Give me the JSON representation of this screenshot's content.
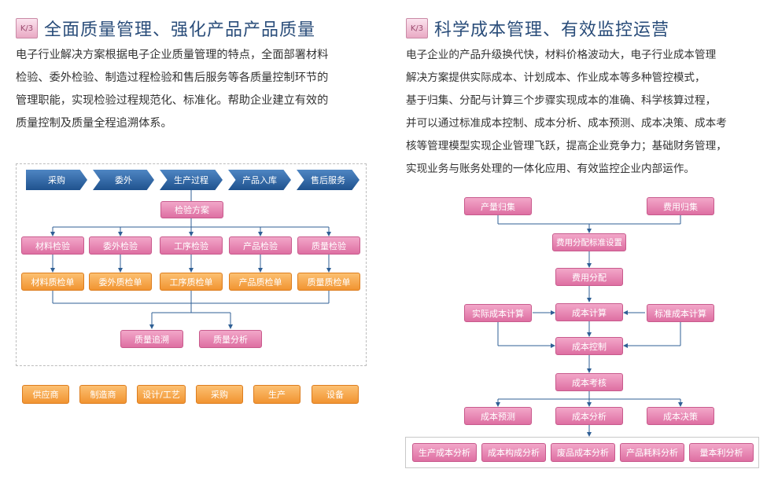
{
  "left": {
    "badge": "K/3",
    "title": "全面质量管理、强化产品产品质量",
    "paragraph": [
      "电子行业解决方案根据电子企业质量管理的特点，全面部署材料",
      "检验、委外检验、制造过程检验和售后服务等各质量控制环节的",
      "管理职能，实现检验过程规范化、标准化。帮助企业建立有效的",
      "质量控制及质量全程追溯体系。"
    ],
    "process": [
      "采购",
      "委外",
      "生产过程",
      "产品入库",
      "售后服务"
    ],
    "scheme": "检验方案",
    "inspections": [
      "材料检验",
      "委外检验",
      "工序检验",
      "产品检验",
      "质量检验"
    ],
    "forms": [
      "材料质检单",
      "委外质检单",
      "工序质检单",
      "产品质检单",
      "质量质检单"
    ],
    "analysis": [
      "质量追溯",
      "质量分析"
    ],
    "partners": [
      "供应商",
      "制造商",
      "设计/工艺",
      "采购",
      "生产",
      "设备"
    ]
  },
  "right": {
    "badge": "K/3",
    "title": "科学成本管理、有效监控运营",
    "paragraph": [
      "电子企业的产品升级换代快，材料价格波动大，电子行业成本管理",
      "解决方案提供实际成本、计划成本、作业成本等多种管控模式，",
      "基于归集、分配与计算三个步骤实现成本的准确、科学核算过程，",
      "并可以通过标准成本控制、成本分析、成本预测、成本决策、成本考",
      "核等管理模型实现企业管理飞跃，提高企业竞争力；基础财务管理，",
      "实现业务与账务处理的一体化应用、有效监控企业内部运作。"
    ],
    "collect_output": "产量归集",
    "collect_cost": "费用归集",
    "standard_setup": "费用分配标准设置",
    "allocate": "费用分配",
    "actual_cost": "实际成本计算",
    "cost_calc": "成本计算",
    "standard_cost": "标准成本计算",
    "cost_control": "成本控制",
    "cost_assess": "成本考核",
    "forecast": "成本预测",
    "analysis": "成本分析",
    "decision": "成本决策",
    "reports": [
      "生产成本分析",
      "成本构成分析",
      "废品成本分析",
      "产品耗料分析",
      "量本利分析"
    ]
  },
  "colors": {
    "title": "#2a4d7a",
    "pink": "#de6fa2",
    "orange": "#f19431",
    "arrow": "#1f528e",
    "line": "#2f5f95"
  }
}
